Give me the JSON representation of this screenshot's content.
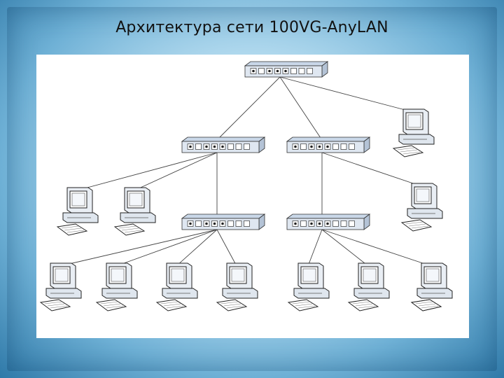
{
  "title": "Архитектура сети 100VG-AnyLAN",
  "colors": {
    "background_accent": "#2f79a8",
    "diagram_background": "#ffffff",
    "hub_face": "#dfe7f1",
    "hub_top": "#c9d7e8",
    "line": "#444444"
  },
  "diagram": {
    "nodes": [
      {
        "id": "root-hub",
        "kind": "hub-icon"
      },
      {
        "id": "hub-level2-left",
        "kind": "hub-icon"
      },
      {
        "id": "hub-level2-right",
        "kind": "hub-icon"
      },
      {
        "id": "hub-level3-left",
        "kind": "hub-icon"
      },
      {
        "id": "hub-level3-right",
        "kind": "hub-icon"
      },
      {
        "id": "pc-1",
        "kind": "computer-icon"
      },
      {
        "id": "pc-2",
        "kind": "computer-icon"
      },
      {
        "id": "pc-3",
        "kind": "computer-icon"
      },
      {
        "id": "pc-4",
        "kind": "computer-icon"
      },
      {
        "id": "pc-5",
        "kind": "computer-icon"
      },
      {
        "id": "pc-6",
        "kind": "computer-icon"
      },
      {
        "id": "pc-7",
        "kind": "computer-icon"
      },
      {
        "id": "pc-8",
        "kind": "computer-icon"
      },
      {
        "id": "pc-9",
        "kind": "computer-icon"
      },
      {
        "id": "pc-10",
        "kind": "computer-icon"
      },
      {
        "id": "pc-11",
        "kind": "computer-icon"
      },
      {
        "id": "pc-12",
        "kind": "computer-icon"
      }
    ],
    "edges": [
      [
        "root-hub",
        "hub-level2-left"
      ],
      [
        "root-hub",
        "hub-level2-right"
      ],
      [
        "root-hub",
        "pc-1"
      ],
      [
        "hub-level2-left",
        "pc-2"
      ],
      [
        "hub-level2-left",
        "pc-3"
      ],
      [
        "hub-level2-left",
        "hub-level3-left"
      ],
      [
        "hub-level2-right",
        "pc-4"
      ],
      [
        "hub-level2-right",
        "hub-level3-right"
      ],
      [
        "hub-level3-left",
        "pc-5"
      ],
      [
        "hub-level3-left",
        "pc-6"
      ],
      [
        "hub-level3-left",
        "pc-7"
      ],
      [
        "hub-level3-left",
        "pc-8"
      ],
      [
        "hub-level3-right",
        "pc-9"
      ],
      [
        "hub-level3-right",
        "pc-10"
      ],
      [
        "hub-level3-right",
        "pc-11"
      ]
    ]
  }
}
